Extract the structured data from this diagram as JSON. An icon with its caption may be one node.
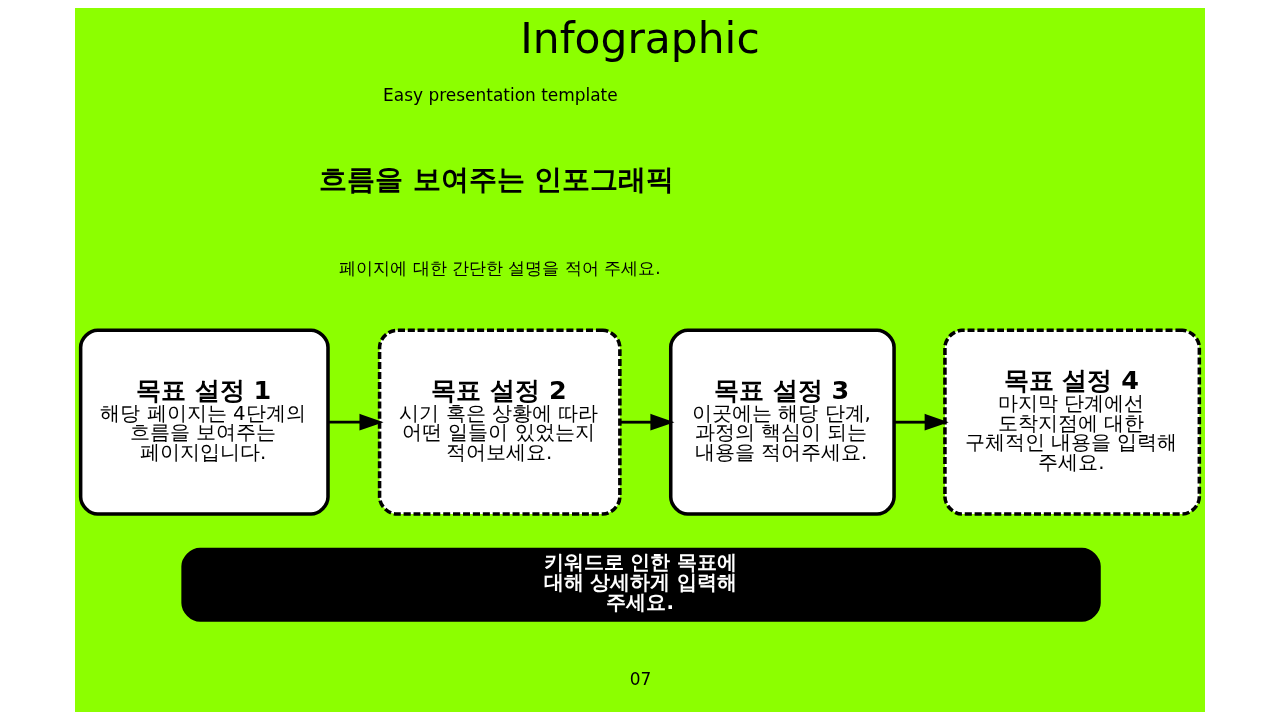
{
  "diagram": {
    "title": "Infographic",
    "nodes": [
      {
        "text": [
          "목표 설정 1",
          "해당 페이지는 4단계의 흐름을 보여주는 페이지입니다."
        ]
      },
      {
        "text": [
          "목표 설정 2",
          "시기 혹은 상황에 따라 어떤 일들이 있었는지 적어보세요."
        ]
      },
      {
        "text": [
          "목표 설정 3",
          "이곳에는 해당 단계, 과정의 핵심이 되는 내용을 적어주세요."
        ]
      },
      {
        "text": [
          "목표 설정 4",
          "마지막 단계에선 도착지점에 대한 구체적인 내용을 입력해 주세요."
        ]
      },
      {
        "text": [
          "키워드로 인한 목표에 대해 상세하게 입력해 주세요."
        ]
      }
    ],
    "edges": [
      {
        "from": 0,
        "to": 1,
        "arrow": "to"
      },
      {
        "from": 1,
        "to": 2,
        "arrow": "to"
      },
      {
        "from": 2,
        "to": 3,
        "arrow": "to"
      }
    ],
    "labels": [
      "Easy presentation template",
      "흐름을 보여주는 인포그래픽",
      "페이지에 대한 간단한 설명을 적어 주세요.",
      "07"
    ]
  }
}
